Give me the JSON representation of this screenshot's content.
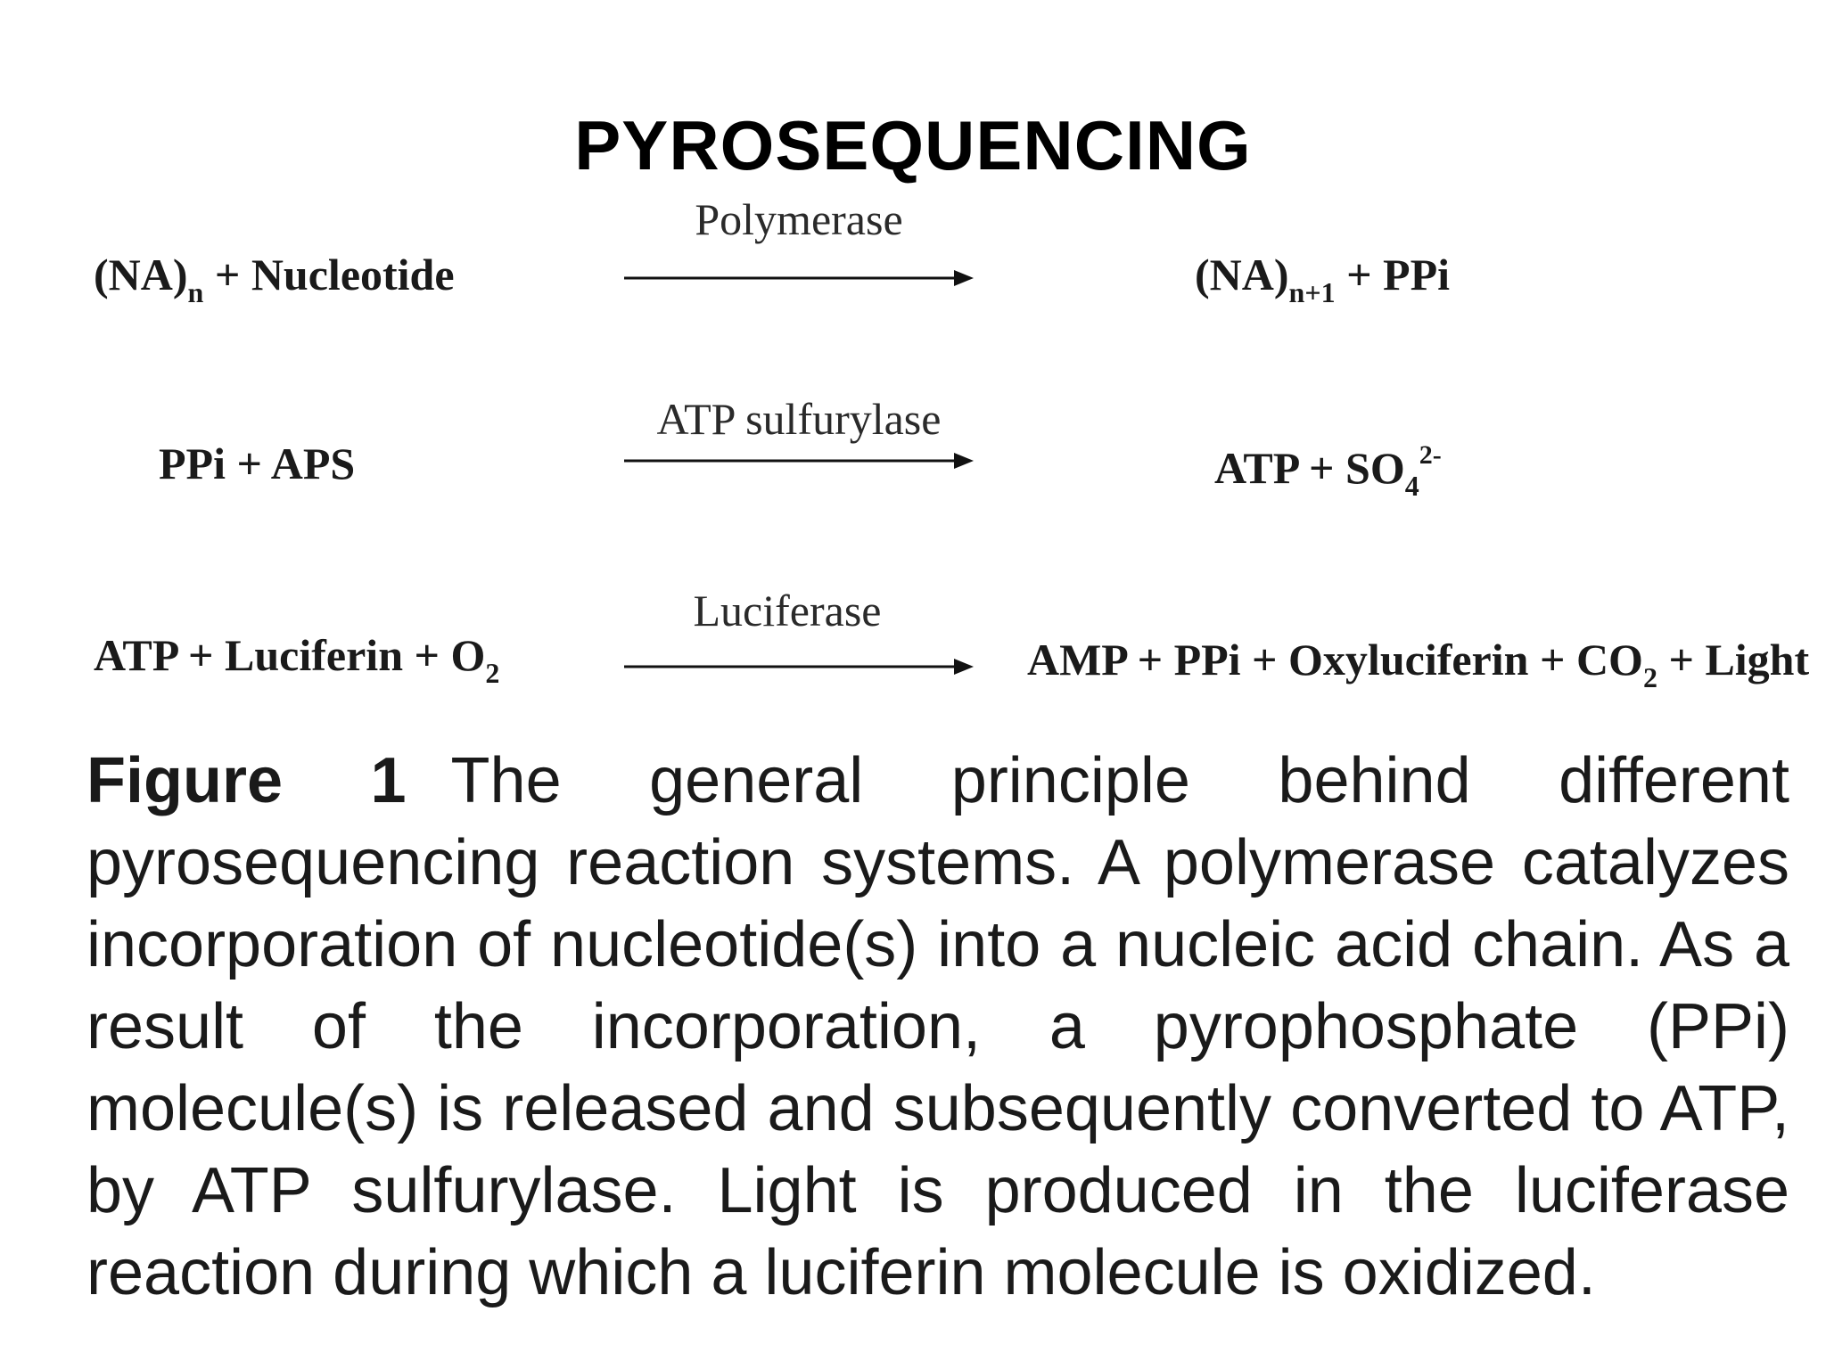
{
  "title": "PYROSEQUENCING",
  "reactions": [
    {
      "enzyme": "Polymerase",
      "left": {
        "main": "(NA)",
        "sub": "n",
        "rest": " + Nucleotide"
      },
      "right": {
        "main": "(NA)",
        "sub": "n+1",
        "rest": " + PPi"
      }
    },
    {
      "enzyme": "ATP sulfurylase",
      "left": {
        "main": "PPi + APS"
      },
      "right": {
        "main": "ATP + SO",
        "sub": "4",
        "sup": "2-"
      }
    },
    {
      "enzyme": "Luciferase",
      "left": {
        "main": "ATP + Luciferin + O",
        "sub": "2"
      },
      "right": {
        "main": "AMP + PPi + Oxyluciferin + CO",
        "sub": "2",
        "rest": " + Light"
      }
    }
  ],
  "caption": {
    "label": "Figure 1",
    "text": "The general principle behind different pyrosequencing reaction systems. A polymerase catalyzes incorporation of nucleotide(s) into a nucleic acid chain. As a result of the incorporation, a pyrophosphate (PPi) molecule(s) is released and subsequently converted to ATP, by ATP sulfurylase. Light is produced in the luciferase reaction during which a luciferin molecule is oxidized."
  }
}
